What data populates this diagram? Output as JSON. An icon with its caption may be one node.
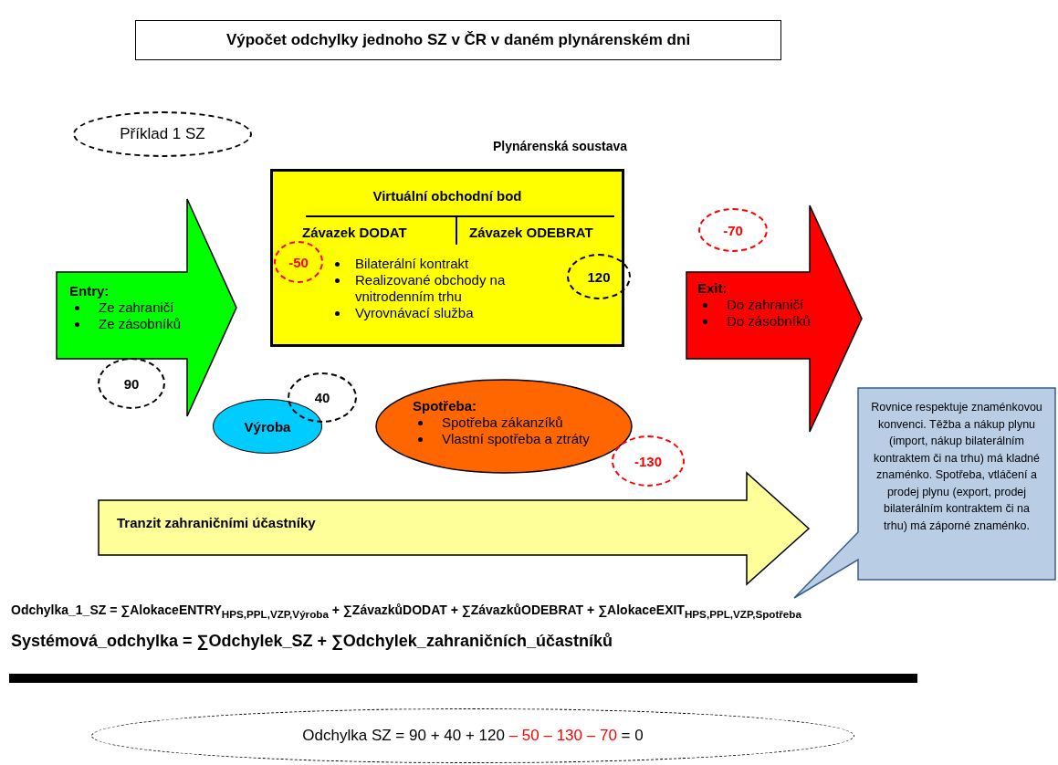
{
  "diagram": {
    "title": "Výpočet odchylky jednoho SZ v ČR v daném plynárenském dni",
    "nodes": [
      {
        "text": [
          "Příklad 1 SZ"
        ]
      },
      {
        "text": [
          "Entry:",
          "Ze zahraničí",
          "Ze zásobníků"
        ]
      },
      {
        "text": [
          "90"
        ]
      },
      {
        "text": [
          "Virtuální obchodní bod",
          "Závazek DODAT",
          "Závazek ODEBRAT",
          "Bilaterální kontrakt",
          "Realizované obchody na vnitrodenním trhu",
          "Vyrovnávací služba"
        ]
      },
      {
        "text": [
          "-50"
        ],
        "in": 3
      },
      {
        "text": [
          "120"
        ],
        "in": 3
      },
      {
        "text": [
          "Exit:",
          "Do zahraničí",
          "Do zásobníků"
        ]
      },
      {
        "text": [
          "-70"
        ]
      },
      {
        "text": [
          "Výroba"
        ]
      },
      {
        "text": [
          "40"
        ]
      },
      {
        "text": [
          "Spotřeba:",
          "Spotřeba zákanzíků",
          "Vlastní spotřeba a ztráty"
        ]
      },
      {
        "text": [
          "-130"
        ]
      },
      {
        "text": [
          "Tranzit zahraničními účastníky"
        ]
      },
      {
        "text": [
          "Rovnice respektuje znaménkovou konvenci. Těžba a nákup plynu (import, nákup bilaterálním kontraktem či na trhu) má kladné znaménko. Spotřeba, vtláčení a prodej plynu (export, prodej bilaterálním kontraktem či na trhu) má záporné znaménko."
        ]
      },
      {
        "text": [
          "Odchylka SZ = 90 + 40 + 120",
          "– 50 – 130 – 70",
          "= 0"
        ]
      }
    ],
    "edges": [],
    "labels": [
      "Plynárenská soustava",
      "Odchylka_1_SZ = ∑AlokaceENTRY$_{HPS,PPL,VZP,Výroba}$ + ∑ZávazkůDODAT + ∑ZávazkůODEBRAT + ∑AlokaceEXIT$_{HPS,PPL,VZP,Spotřeba}$",
      "Systémová_odchylka = ∑Odchylek_SZ + ∑Odchylek_zahraničních_účastníků"
    ]
  }
}
